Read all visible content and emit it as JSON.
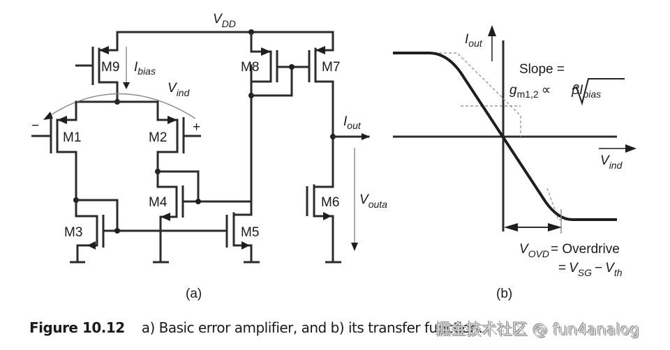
{
  "circuit": {
    "supply_label": "V",
    "supply_sub": "DD",
    "transistors": [
      "M1",
      "M2",
      "M3",
      "M4",
      "M5",
      "M6",
      "M7",
      "M8",
      "M9"
    ],
    "bias_current": {
      "main": "I",
      "sub": "bias"
    },
    "diff_input": {
      "main": "V",
      "sub": "ind",
      "minus": "−",
      "plus": "+"
    },
    "output_current": {
      "main": "I",
      "sub": "out"
    },
    "output_voltage": {
      "main": "V",
      "sub": "outa"
    },
    "panel_label": "(a)"
  },
  "transfer": {
    "y_axis": {
      "main": "I",
      "sub": "out"
    },
    "x_axis": {
      "main": "V",
      "sub": "ind"
    },
    "slope_line1": "Slope =",
    "slope_g": "g",
    "slope_g_sub": "m1,2",
    "slope_prop": "∝",
    "slope_beta": "βI",
    "slope_beta_sub": "bias",
    "ovd_main": "V",
    "ovd_sub": "OVD",
    "ovd_text": "= Overdrive",
    "ovd_eq": "=",
    "vsg_main": "V",
    "vsg_sub": "SG",
    "minus": "−",
    "vth_main": "V",
    "vth_sub": "th",
    "panel_label": "(b)"
  },
  "caption": {
    "figure": "Figure 10.12",
    "text": "a) Basic error amplifier, and b) its transfer function."
  },
  "watermark": "掘金技术社区 @ fun4analog"
}
